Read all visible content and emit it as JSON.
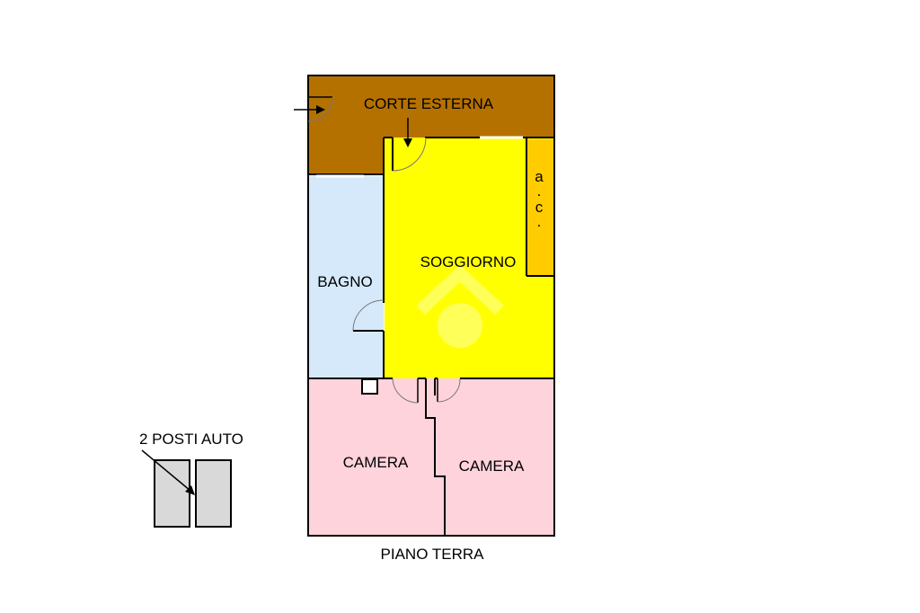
{
  "rooms": {
    "corte": {
      "label": "CORTE ESTERNA",
      "color": "#b57100"
    },
    "soggiorno": {
      "label": "SOGGIORNO",
      "color": "#ffff00"
    },
    "bagno": {
      "label": "BAGNO",
      "color": "#d5e9fb"
    },
    "camera_left": {
      "label": "CAMERA",
      "color": "#ffd3dc"
    },
    "camera_right": {
      "label": "CAMERA",
      "color": "#ffd3dc"
    },
    "ac": {
      "chars": [
        "a",
        ".",
        "c",
        "."
      ],
      "color": "#ffcc00"
    }
  },
  "parking": {
    "label": "2 POSTI AUTO",
    "color": "#d9d9d9"
  },
  "floor": {
    "label": "PIANO TERRA"
  }
}
